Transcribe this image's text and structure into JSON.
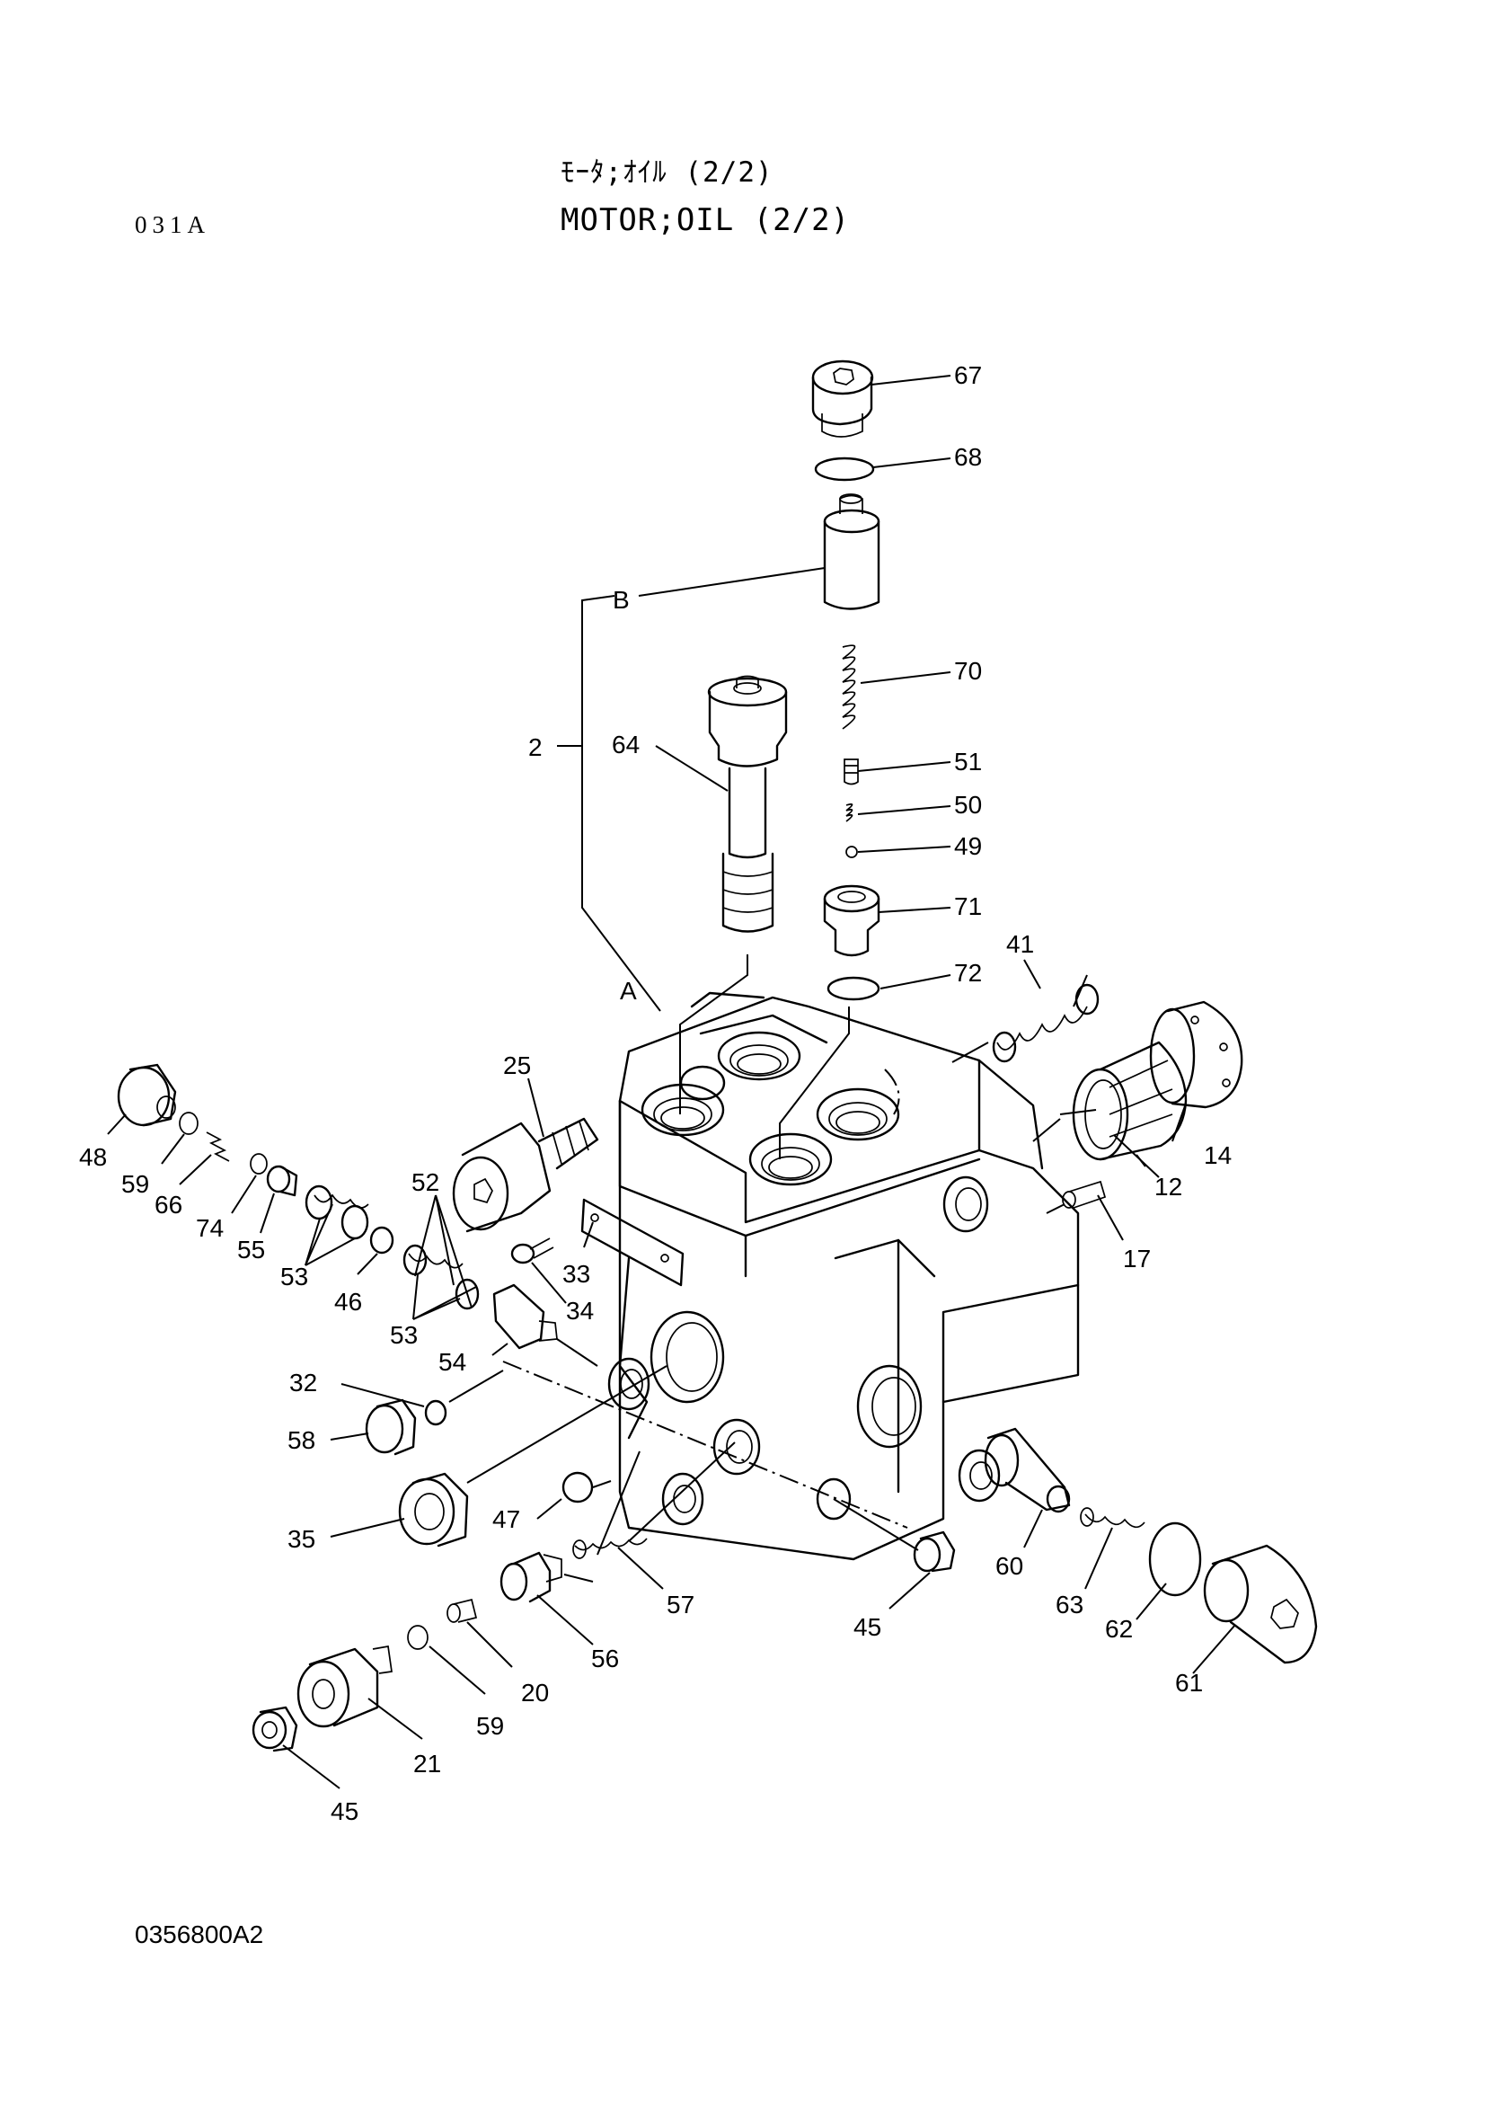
{
  "header": {
    "title_jp": "ﾓｰﾀ;ｵｲﾙ (2/2)",
    "title_en": "MOTOR;OIL (2/2)",
    "page_code": "031A"
  },
  "footer": {
    "drawing_number": "0356800A2"
  },
  "callouts": {
    "c67": "67",
    "c68": "68",
    "cB": "B",
    "c70": "70",
    "c2": "2",
    "c64": "64",
    "c51": "51",
    "c50": "50",
    "c49": "49",
    "c71": "71",
    "c41": "41",
    "c72": "72",
    "cA": "A",
    "c25": "25",
    "c48": "48",
    "c59a": "59",
    "c66": "66",
    "c74": "74",
    "c55": "55",
    "c53a": "53",
    "c52": "52",
    "c46": "46",
    "c53b": "53",
    "c33": "33",
    "c34": "34",
    "c54": "54",
    "c32": "32",
    "c58": "58",
    "c35": "35",
    "c47": "47",
    "c57": "57",
    "c56": "56",
    "c20": "20",
    "c59b": "59",
    "c21": "21",
    "c45a": "45",
    "c45b": "45",
    "c60": "60",
    "c63": "63",
    "c62": "62",
    "c61": "61",
    "c14": "14",
    "c12": "12",
    "c17": "17"
  }
}
